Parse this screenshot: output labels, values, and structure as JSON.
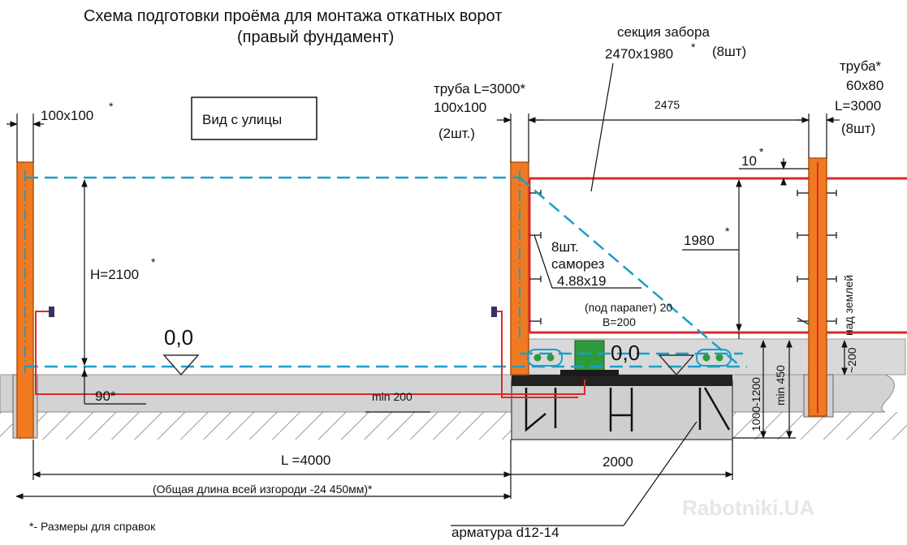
{
  "title": {
    "line1": "Схема подготовки проёма для монтажа откатных ворот",
    "line2": "(правый фундамент)"
  },
  "view_label": "Вид с улицы",
  "labels": {
    "post_left_size": "100x100",
    "post_left_star": "*",
    "pipe_center_l1": "труба L=3000*",
    "pipe_center_l2": "100x100",
    "pipe_center_l3": "(2шт.)",
    "section_l1": "секция забора",
    "section_l2": "2470x1980",
    "section_star": "*",
    "section_l3": "(8шт)",
    "pipe_right_l1": "труба*",
    "pipe_right_l2": "60x80",
    "pipe_right_l3": "L=3000",
    "pipe_right_l4": "(8шт)",
    "dim_2475": "2475",
    "dim_10": "10",
    "dim_10_star": "*",
    "dim_1980": "1980",
    "dim_1980_star": "*",
    "screws_l1": "8шт.",
    "screws_l2": "саморез",
    "screws_l3": "4.88x19",
    "parapet": "(под парапет) 20",
    "b200": "B=200",
    "above_ground": "над землей",
    "dim_200": "~200",
    "dim_1000_1200": "1000-1200",
    "dim_min450": "min 450",
    "h2100": "H=2100",
    "h2100_star": "*",
    "level_left": "0,0",
    "level_right": "0,0",
    "dim_90": "90*",
    "min200": "min 200",
    "l4000": "L =4000",
    "dim_2000": "2000",
    "total_length": "(Общая длина всей изгороди -24 450мм)*",
    "rebar": "арматура d12-14",
    "footnote": "*- Размеры для справок",
    "watermark": "Rabotniki.UA"
  },
  "colors": {
    "post": "#f07a22",
    "post_edge": "#b5500e",
    "gate_dash": "#1a9fc9",
    "fence_red": "#d92a2a",
    "ground": "#d3d3d3",
    "foundation": "#cfcfcf",
    "channel": "#222222",
    "roller": "#2e9a3e",
    "dim": "#111111"
  }
}
